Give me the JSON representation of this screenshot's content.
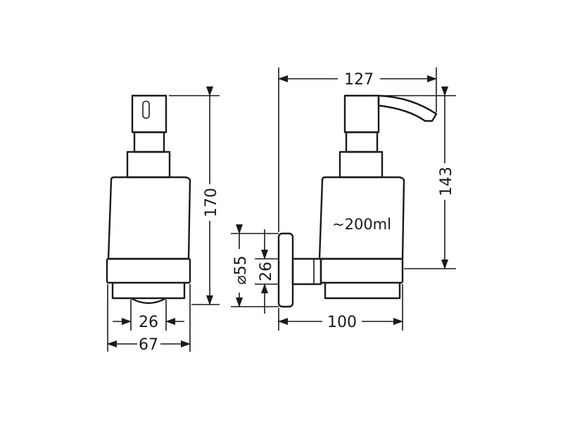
{
  "dimensions": {
    "front_height": "170",
    "front_width": "67",
    "front_base_width": "26",
    "overall_depth": "127",
    "side_height": "143",
    "bracket_diameter": "⌀55",
    "bracket_height": "26",
    "projection": "100"
  },
  "capacity_label": "~200ml"
}
